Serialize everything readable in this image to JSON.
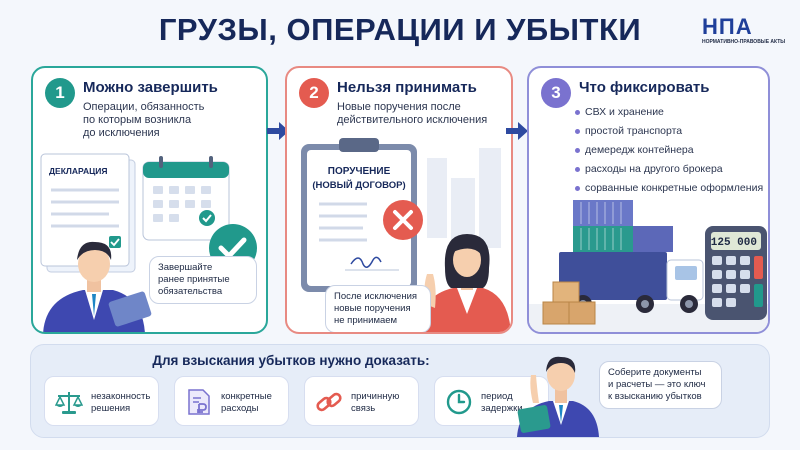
{
  "header": {
    "title": "ГРУЗЫ, ОПЕРАЦИИ И УБЫТКИ",
    "logo_mark": "НПА",
    "logo_sub": "НОРМАТИВНО-ПРАВОВЫЕ АКТЫ"
  },
  "cards": [
    {
      "number": "1",
      "title": "Можно завершить",
      "desc_lines": [
        "Операции, обязанность",
        "по которым возникла",
        "до исключения"
      ],
      "doc_label": "ДЕКЛАРАЦИЯ",
      "bubble_lines": [
        "Завершайте",
        "ранее принятые",
        "обязательства"
      ]
    },
    {
      "number": "2",
      "title": "Нельзя принимать",
      "desc_lines": [
        "Новые поручения после",
        "действительного исключения"
      ],
      "doc_label_lines": [
        "ПОРУЧЕНИЕ",
        "(НОВЫЙ ДОГОВОР)"
      ],
      "bubble_lines": [
        "После исключения",
        "новые поручения",
        "не принимаем"
      ]
    },
    {
      "number": "3",
      "title": "Что фиксировать",
      "bullets": [
        "СВХ и хранение",
        "простой транспорта",
        "демередж контейнера",
        "расходы на другого брокера",
        "сорванные конкретные оформления"
      ],
      "calculator_display": "125 000"
    }
  ],
  "bottom": {
    "title": "Для взыскания убытков нужно доказать:",
    "requirements": [
      {
        "icon": "scales-icon",
        "lines": [
          "незаконность",
          "решения"
        ]
      },
      {
        "icon": "document-ruble-icon",
        "lines": [
          "конкретные",
          "расходы"
        ]
      },
      {
        "icon": "chain-link-icon",
        "lines": [
          "причинную",
          "связь"
        ]
      },
      {
        "icon": "clock-icon",
        "lines": [
          "период",
          "задержки"
        ]
      }
    ],
    "bubble_lines": [
      "Соберите документы",
      "и расчеты — это ключ",
      "к взысканию убытков"
    ]
  },
  "colors": {
    "teal": "#21998c",
    "coral": "#e45b50",
    "purple": "#7a72cf",
    "navy": "#16285a"
  }
}
